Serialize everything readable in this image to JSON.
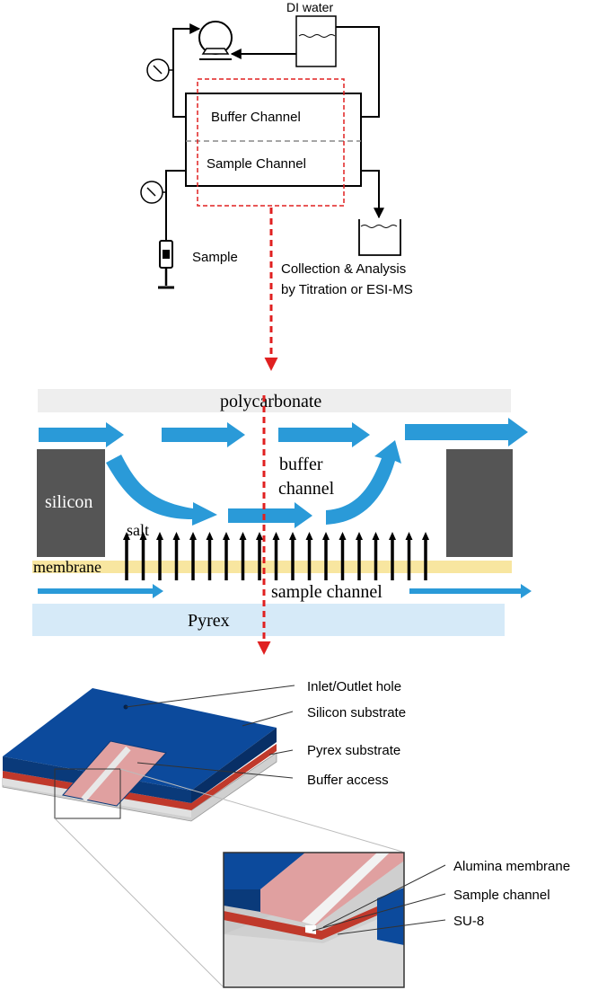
{
  "panel1": {
    "di_water": "DI water",
    "buffer_channel": "Buffer Channel",
    "sample_channel": "Sample Channel",
    "sample": "Sample",
    "collection_line1": "Collection & Analysis",
    "collection_line2": "by Titration or ESI-MS"
  },
  "panel2": {
    "polycarbonate": "polycarbonate",
    "silicon": "silicon",
    "buffer_line1": "buffer",
    "buffer_line2": "channel",
    "salt": "salt",
    "membrane": "membrane",
    "sample_channel": "sample channel",
    "pyrex": "Pyrex"
  },
  "panel3": {
    "inlet_outlet": "Inlet/Outlet hole",
    "silicon_substrate": "Silicon substrate",
    "pyrex_substrate": "Pyrex substrate",
    "buffer_access": "Buffer access",
    "alumina_membrane": "Alumina membrane",
    "sample_channel": "Sample channel",
    "su8": "SU-8"
  },
  "colors": {
    "flow_arrow": "#2a9ad8",
    "dashed_red": "#e02020",
    "silicon_block": "#555555",
    "membrane": "#f8e6a0",
    "pyrex": "#d6eaf8",
    "polycarbonate": "#eeeeee",
    "silicon_substrate": "#0c4a9c",
    "buffer_access": "#e0a0a0"
  }
}
